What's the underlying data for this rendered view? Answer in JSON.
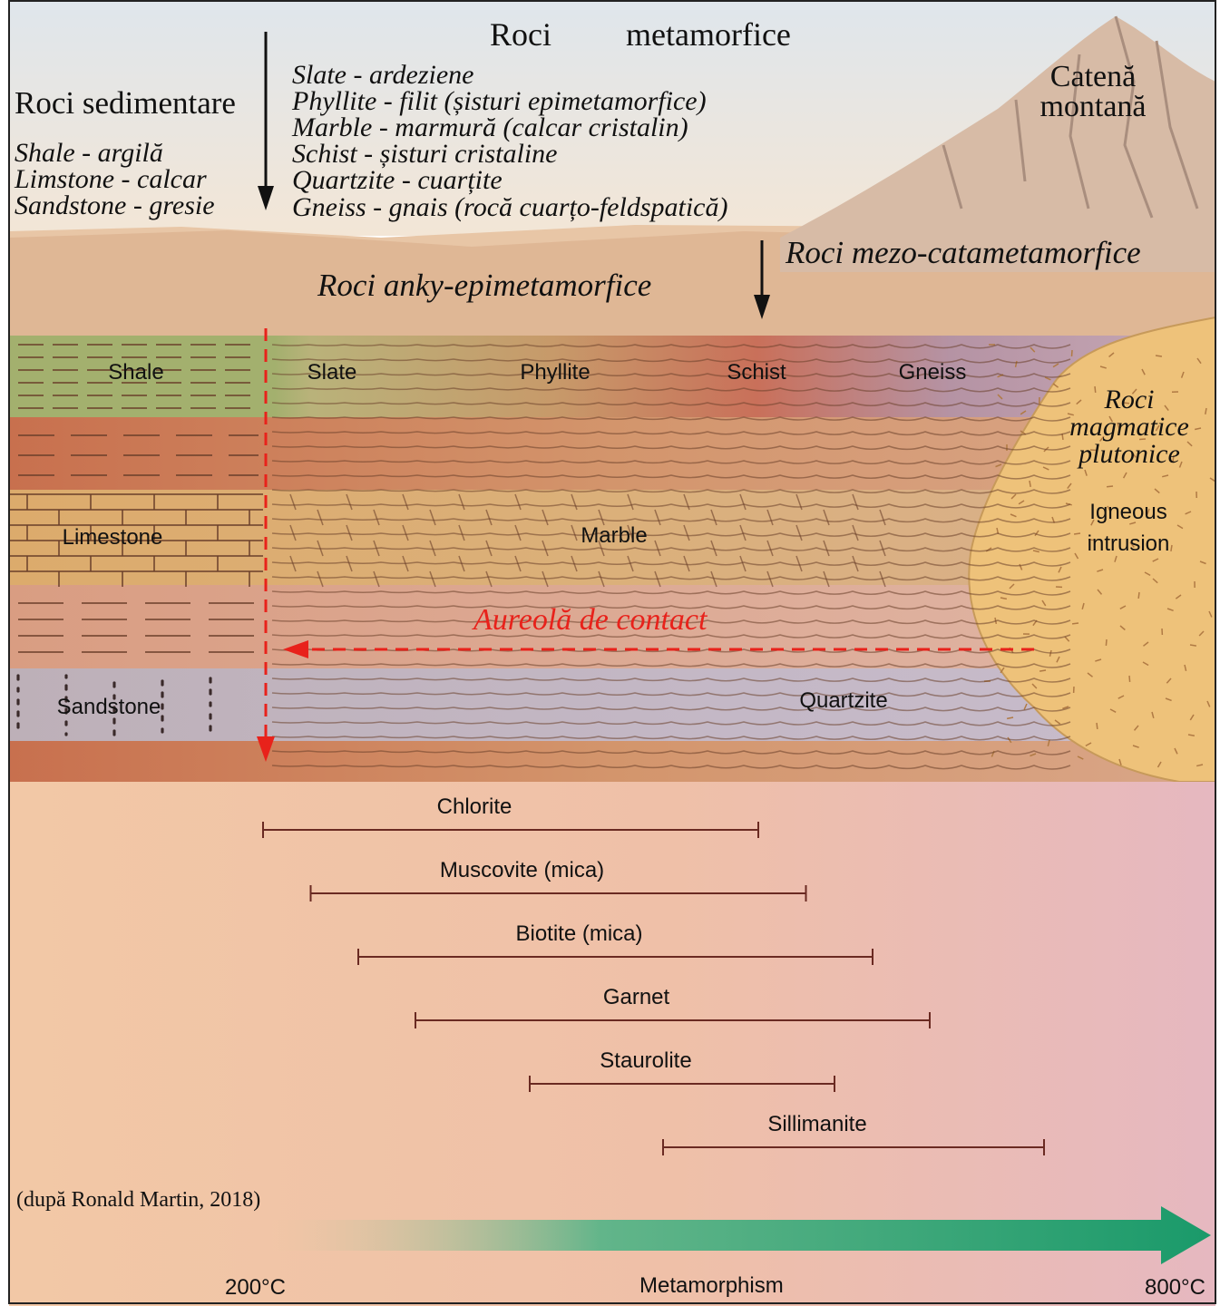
{
  "title": {
    "left": "Roci",
    "right": "metamorfice"
  },
  "sedimentary": {
    "heading": "Roci sedimentare",
    "items": [
      "Shale - argilă",
      "Limstone - calcar",
      "Sandstone - gresie"
    ]
  },
  "metamorphic_items": [
    "Slate - ardeziene",
    "Phyllite - filit (șisturi epimetamorfice)",
    "Marble - marmură (calcar cristalin)",
    "Schist - șisturi cristaline",
    "Quartzite - cuarțite",
    "Gneiss - gnais (rocă cuarțo-feldspatică)"
  ],
  "mountain_label": {
    "line1": "Catenă",
    "line2": "montană"
  },
  "grade_labels": {
    "low": "Roci anky-epimetamorfice",
    "high": "Roci mezo-catametamorfice"
  },
  "rock_labels": {
    "shale": "Shale",
    "slate": "Slate",
    "phyllite": "Phyllite",
    "schist": "Schist",
    "gneiss": "Gneiss",
    "limestone": "Limestone",
    "marble": "Marble",
    "sandstone": "Sandstone",
    "quartzite": "Quartzite"
  },
  "igneous": {
    "ro_line1": "Roci",
    "ro_line2": "magmatice",
    "ro_line3": "plutonice",
    "en_line1": "Igneous",
    "en_line2": "intrusion"
  },
  "contact_aureole": "Aureolă de contact",
  "minerals": [
    {
      "name": "Chlorite",
      "start": 0.0,
      "end": 0.52
    },
    {
      "name": "Muscovite (mica)",
      "start": 0.05,
      "end": 0.57
    },
    {
      "name": "Biotite (mica)",
      "start": 0.1,
      "end": 0.64
    },
    {
      "name": "Garnet",
      "start": 0.16,
      "end": 0.7
    },
    {
      "name": "Staurolite",
      "start": 0.28,
      "end": 0.6
    },
    {
      "name": "Sillimanite",
      "start": 0.42,
      "end": 0.82
    }
  ],
  "citation": "(după Ronald Martin, 2018)",
  "axis": {
    "label": "Metamorphism",
    "min_label": "200°C",
    "max_label": "800°C"
  },
  "colors": {
    "accent_red": "#e8221b",
    "arrow_green": "#1a9a6a",
    "shale_green": "#a3b06e",
    "igneous_tan": "#eec27a"
  }
}
